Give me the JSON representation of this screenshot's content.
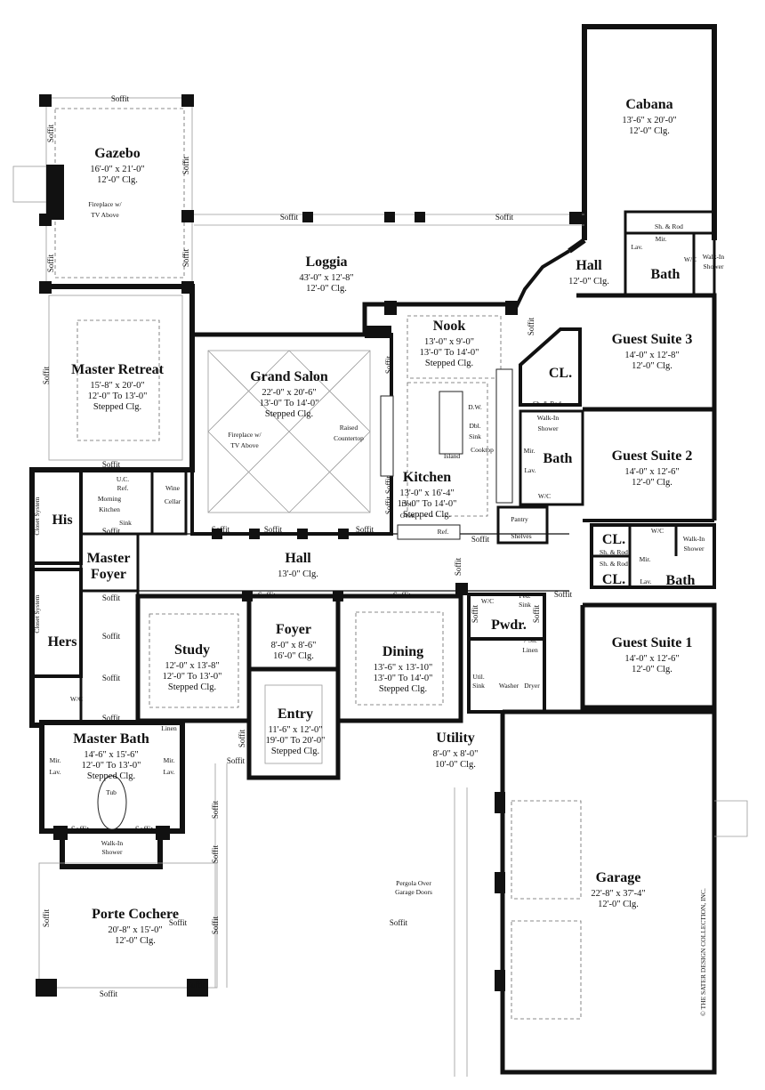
{
  "plan": {
    "rooms": [
      {
        "name": "Cabana",
        "dims": [
          "13'-6\" x 20'-0\"",
          "12'-0\" Clg."
        ]
      },
      {
        "name": "Gazebo",
        "dims": [
          "16'-0\" x 21'-0\"",
          "12'-0\" Clg."
        ]
      },
      {
        "name": "Loggia",
        "dims": [
          "43'-0\" x 12'-8\"",
          "12'-0\" Clg."
        ]
      },
      {
        "name": "Hall",
        "dims": [
          "12'-0\" Clg."
        ]
      },
      {
        "name": "Bath",
        "dims": []
      },
      {
        "name": "Nook",
        "dims": [
          "13'-0\" x 9'-0\"",
          "13'-0\" To 14'-0\"",
          "Stepped Clg."
        ]
      },
      {
        "name": "Guest Suite 3",
        "dims": [
          "14'-0\" x 12'-8\"",
          "12'-0\" Clg."
        ]
      },
      {
        "name": "CL.",
        "dims": []
      },
      {
        "name": "Master Retreat",
        "dims": [
          "15'-8\" x 20'-0\"",
          "12'-0\" To 13'-0\"",
          "Stepped Clg."
        ]
      },
      {
        "name": "Grand Salon",
        "dims": [
          "22'-0\" x 20'-6\"",
          "13'-0\" To 14'-0\"",
          "Stepped Clg."
        ]
      },
      {
        "name": "Bath",
        "dims": []
      },
      {
        "name": "Guest Suite 2",
        "dims": [
          "14'-0\" x 12'-6\"",
          "12'-0\" Clg."
        ]
      },
      {
        "name": "Kitchen",
        "dims": [
          "13'-0\" x 16'-4\"",
          "13'-0\" To 14'-0\"",
          "Stepped Clg."
        ]
      },
      {
        "name": "His",
        "dims": []
      },
      {
        "name": "Master",
        "dims": []
      },
      {
        "name": "Foyer",
        "dims": []
      },
      {
        "name": "Hall",
        "dims": [
          "13'-0\" Clg."
        ]
      },
      {
        "name": "CL.",
        "dims": []
      },
      {
        "name": "CL.",
        "dims": []
      },
      {
        "name": "Bath",
        "dims": []
      },
      {
        "name": "Hers",
        "dims": []
      },
      {
        "name": "Foyer",
        "dims": [
          "8'-0\" x 8'-6\"",
          "16'-0\" Clg."
        ]
      },
      {
        "name": "Pwdr.",
        "dims": []
      },
      {
        "name": "Guest Suite 1",
        "dims": [
          "14'-0\" x 12'-6\"",
          "12'-0\" Clg."
        ]
      },
      {
        "name": "Study",
        "dims": [
          "12'-0\" x 13'-8\"",
          "12'-0\" To 13'-0\"",
          "Stepped Clg."
        ]
      },
      {
        "name": "Dining",
        "dims": [
          "13'-6\" x 13'-10\"",
          "13'-0\" To 14'-0\"",
          "Stepped Clg."
        ]
      },
      {
        "name": "Entry",
        "dims": [
          "11'-6\" x 12'-0\"",
          "19'-0\" To 20'-0\"",
          "Stepped Clg."
        ]
      },
      {
        "name": "Master Bath",
        "dims": [
          "14'-6\" x 15'-6\"",
          "12'-0\" To 13'-0\"",
          "Stepped Clg."
        ]
      },
      {
        "name": "Utility",
        "dims": [
          "8'-0\" x 8'-0\"",
          "10'-0\" Clg."
        ]
      },
      {
        "name": "Garage",
        "dims": [
          "22'-8\" x 37'-4\"",
          "12'-0\" Clg."
        ]
      },
      {
        "name": "Porte Cochere",
        "dims": [
          "20'-8\" x 15'-0\"",
          "12'-0\" Clg."
        ]
      }
    ],
    "notes": [
      "Soffit",
      "Soffit",
      "Soffit",
      "Soffit",
      "Soffit",
      "Soffit",
      "Soffit",
      "Soffit",
      "Soffit",
      "Soffit",
      "Soffit",
      "Soffit",
      "Soffit",
      "Soffit",
      "Soffit",
      "Soffit",
      "Soffit",
      "Soffit",
      "Soffit",
      "Soffit",
      "Soffit",
      "Soffit",
      "Soffit",
      "Soffit",
      "Soffit",
      "Soffit",
      "Soffit",
      "Soffit",
      "Soffit",
      "Soffit",
      "Soffit",
      "Soffit",
      "Soffit",
      "Soffit",
      "Soffit",
      "Soffit",
      "Soffit",
      "Soffit",
      "Soffit",
      "Soffit",
      "Fireplace w/",
      "TV Above",
      "Fireplace w/",
      "TV Above",
      "Sh. & Rod",
      "Mir.",
      "Lav.",
      "W/C",
      "Walk-In",
      "Shower",
      "Sh. & Rod",
      "Walk-In",
      "Shower",
      "Mir.",
      "Lav.",
      "W/C",
      "Raised",
      "Countertop",
      "D.W.",
      "Dbl.",
      "Sink",
      "Island",
      "Cooktop",
      "Dbl.",
      "Oven",
      "Ref.",
      "Pantry",
      "Shelves",
      "U.C.",
      "Ref.",
      "Morning",
      "Kitchen",
      "Sink",
      "Wine",
      "Cellar",
      "Closet System",
      "Closet System",
      "W/C",
      "Sh. & Rod",
      "Sh. & Rod",
      "Walk-In",
      "Shower",
      "Mir.",
      "Lav.",
      "W/C",
      "Ped.",
      "Sink",
      "7 Sh.",
      "Linen",
      "Util.",
      "Sink",
      "Washer",
      "Dryer",
      "W/C",
      "Linen",
      "Mir.",
      "Lav.",
      "Mir.",
      "Lav.",
      "Tub",
      "Walk-In",
      "Shower",
      "Pergola Over",
      "Garage Doors"
    ],
    "copyright": "© THE SATER DESIGN COLLECTION, INC."
  }
}
